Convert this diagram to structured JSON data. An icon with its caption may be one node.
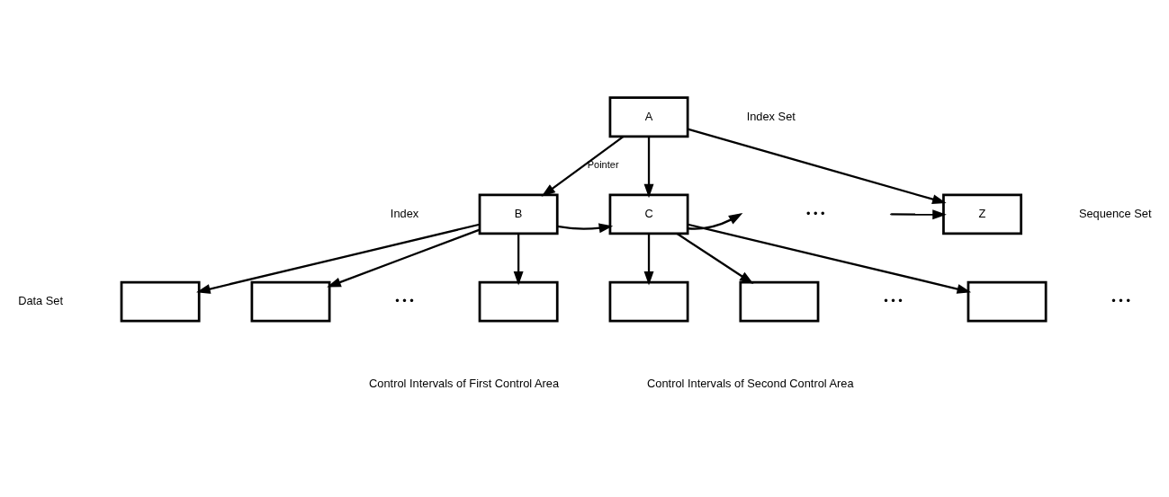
{
  "diagram": {
    "nodes": [
      {
        "text": [
          "A"
        ]
      },
      {
        "text": [
          "B"
        ]
      },
      {
        "text": [
          "C"
        ]
      },
      {
        "text": [
          "Z"
        ]
      },
      {
        "text": [],
        "shape": "box"
      },
      {
        "text": [],
        "shape": "box"
      },
      {
        "text": [],
        "shape": "box"
      },
      {
        "text": [],
        "shape": "box"
      },
      {
        "text": [],
        "shape": "box"
      },
      {
        "text": [],
        "shape": "box"
      }
    ],
    "edges": [
      {
        "from": 0,
        "to": 1,
        "arrow": "to",
        "label": "Pointer"
      },
      {
        "from": 0,
        "to": 2,
        "arrow": "to"
      },
      {
        "from": 0,
        "to": 3,
        "arrow": "to"
      },
      {
        "from": 1,
        "to": 2,
        "arrow": "to"
      },
      {
        "from": 2,
        "to": null,
        "arrow": "to"
      },
      {
        "from": null,
        "to": 3,
        "arrow": "to"
      },
      {
        "from": 1,
        "to": 4,
        "arrow": "to"
      },
      {
        "from": 1,
        "to": 5,
        "arrow": "to"
      },
      {
        "from": 1,
        "to": 6,
        "arrow": "to"
      },
      {
        "from": 2,
        "to": 7,
        "arrow": "to"
      },
      {
        "from": 2,
        "to": 8,
        "arrow": "to"
      },
      {
        "from": 2,
        "to": 9,
        "arrow": "to"
      }
    ],
    "labels": [
      "Index Set",
      "Index",
      "• • •",
      "Sequence Set",
      "Data Set",
      "• • •",
      "• • •",
      "• • •",
      "Control Intervals of First Control Area",
      "Control Intervals of Second Control Area"
    ]
  }
}
